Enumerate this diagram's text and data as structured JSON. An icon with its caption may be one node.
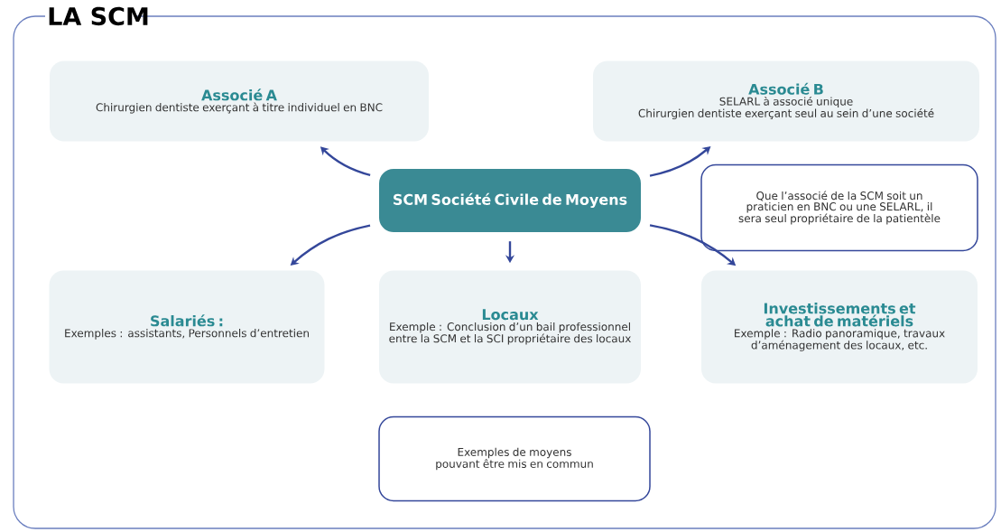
{
  "diagram": {
    "title": "LA SCM",
    "nodes": [
      {
        "text": [
          "Associé A",
          "Chirurgien dentiste exerçant à titre individuel en BNC"
        ]
      },
      {
        "text": [
          "Associé B",
          "SELARL à associé unique",
          "Chirurgien dentiste exerçant seul au sein d’une société"
        ]
      },
      {
        "text": [
          "SCM Société Civile de Moyens"
        ]
      },
      {
        "text": [
          "Que l’associé de la SCM soit un praticien en BNC ou une SELARL, il sera seul propriétaire de la patientèle"
        ]
      },
      {
        "text": [
          "Salariés :",
          "Exemples : assistants, Personnels d’entretien"
        ]
      },
      {
        "text": [
          "Locaux",
          "Exemple : Conclusion d’un bail professionnel entre la SCM et la SCI propriétaire des locaux"
        ]
      },
      {
        "text": [
          "Investissements et achat de matériels",
          "Exemple : Radio panoramique, travaux d’aménagement des locaux, etc."
        ]
      },
      {
        "text": [
          "Exemples de moyens pouvant être mis en commun"
        ]
      }
    ],
    "edges": [
      {
        "from": 2,
        "to": 0,
        "arrow": "to"
      },
      {
        "from": 2,
        "to": 1,
        "arrow": "to"
      },
      {
        "from": 2,
        "to": 4,
        "arrow": "to"
      },
      {
        "from": 2,
        "to": 5,
        "arrow": "to"
      },
      {
        "from": 2,
        "to": 6,
        "arrow": "to"
      }
    ]
  }
}
